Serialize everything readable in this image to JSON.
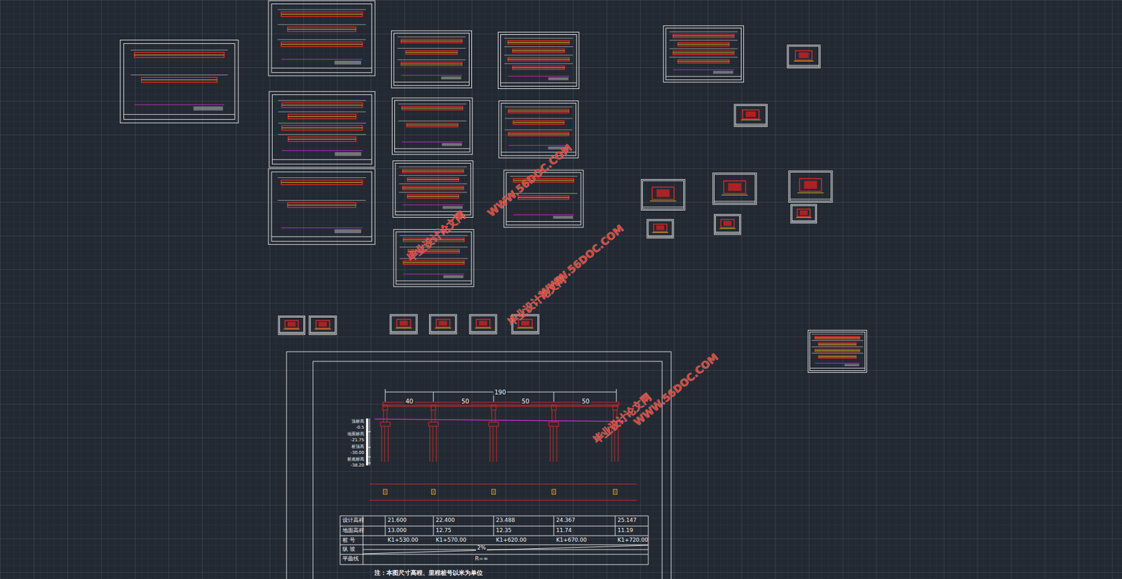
{
  "diagram": {
    "labels": [
      "190",
      "40",
      "50",
      "50",
      "50",
      "顶标高",
      "-0.5",
      "地面标高",
      "-21.75",
      "桩顶高",
      "-30.00",
      "桩底标高",
      "-38.20",
      "设计高程",
      "21.600",
      "22.400",
      "23.488",
      "24.367",
      "25.147",
      "地面高程",
      "13.000",
      "12.75",
      "12.35",
      "11.74",
      "11.19",
      "桩 号",
      "K1+530.00",
      "K1+570.00",
      "K1+620.00",
      "K1+670.00",
      "K1+720.00",
      "纵 坡",
      "2%",
      "平曲线",
      "R=∞",
      "注：本图尺寸高程、里程桩号以米为单位",
      "毕业设计论文网",
      "WWW.56DOC.COM",
      "毕业设计论文网",
      "WWW.56DOC.COM",
      "毕业设计论文网",
      "WWW.56DOC.COM"
    ]
  }
}
